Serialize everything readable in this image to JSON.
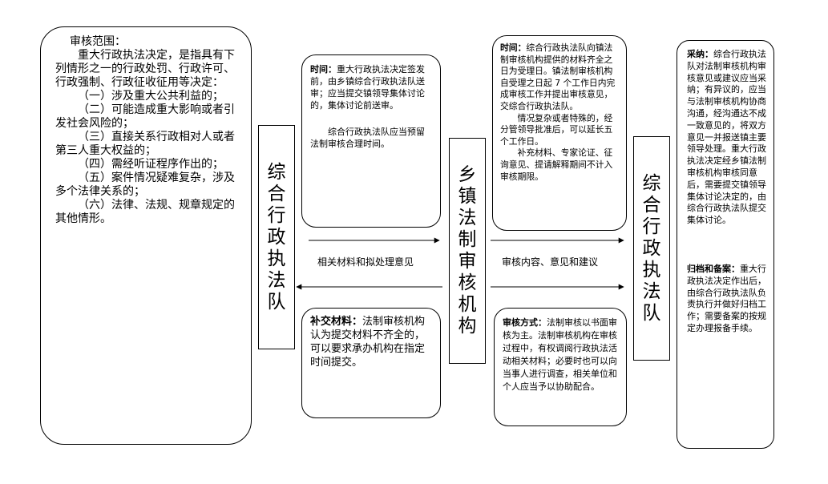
{
  "left_panel": {
    "heading": "审核范围：",
    "intro": "重大行政执法决定，是指具有下列情形之一的行政处罚、行政许可、行政强制、行政征收征用等决定：",
    "items": [
      "（一）涉及重大公共利益的；",
      "（二）可能造成重大影响或者引发社会风险的；",
      "（三）直接关系行政相对人或者第三人重大权益的；",
      "（四）需经听证程序作出的；",
      "（五）案件情况疑难复杂，涉及多个法律关系的；",
      "（六）法律、法规、规章规定的其他情形。"
    ]
  },
  "column_left": {
    "title": "综合行政执法队"
  },
  "column_middle": {
    "title": "乡镇法制审核机构"
  },
  "column_right": {
    "title": "综合行政执法队"
  },
  "time_box_1": {
    "label": "时间：",
    "text": "重大行政执法决定签发前，由乡镇综合行政执法队送审；应当提交镇领导集体讨论的，集体讨论前送审。",
    "text2": "综合行政执法队应当预留法制审核合理时间。"
  },
  "supplement_box": {
    "label": "补交材料：",
    "text": "法制审核机构认为提交材料不齐全的，可以要求承办机构在指定时间提交。"
  },
  "time_box_2": {
    "label": "时间：",
    "text": "综合行政执法队向镇法制审核机构提供的材料齐全之日为受理日。镇法制审核机构自受理之日起 7 个工作日内完成审核工作并提出审核意见，交综合行政执法队。",
    "text2": "情况复杂或者特殊的，经分管领导批准后，可以延长五个工作日。",
    "text3": "补充材料、专家论证、征询意见、提请解释期间不计入审核期限。"
  },
  "review_box": {
    "label": "审核方式：",
    "text": "法制审核以书面审核为主。法制审核机构在审核过程中，有权调阅行政执法活动相关材料；必要时也可以向当事人进行调查，相关单位和个人应当予以协助配合。"
  },
  "right_panel": {
    "adopt_label": "采纳：",
    "adopt_text": "综合行政执法队对法制审核机构审核意见或建议应当采纳；有异议的，应当与法制审核机构协商沟通，经沟通达不成一致意见的，将双方意见一并报送镇主要领导处理。重大行政执法决定经乡镇法制审核机构审核同意后，需要提交镇领导集体讨论决定的，由综合行政执法队提交集体讨论。",
    "archive_label": "归档和备案：",
    "archive_text": "重大行政执法决定作出后，由综合行政执法队负责执行并做好归档工作；需要备案的按规定办理报备手续。"
  },
  "arrows": {
    "left_forward_label": "相关材料和拟处理意见",
    "right_forward_label": "审核内容、意见和建议"
  }
}
